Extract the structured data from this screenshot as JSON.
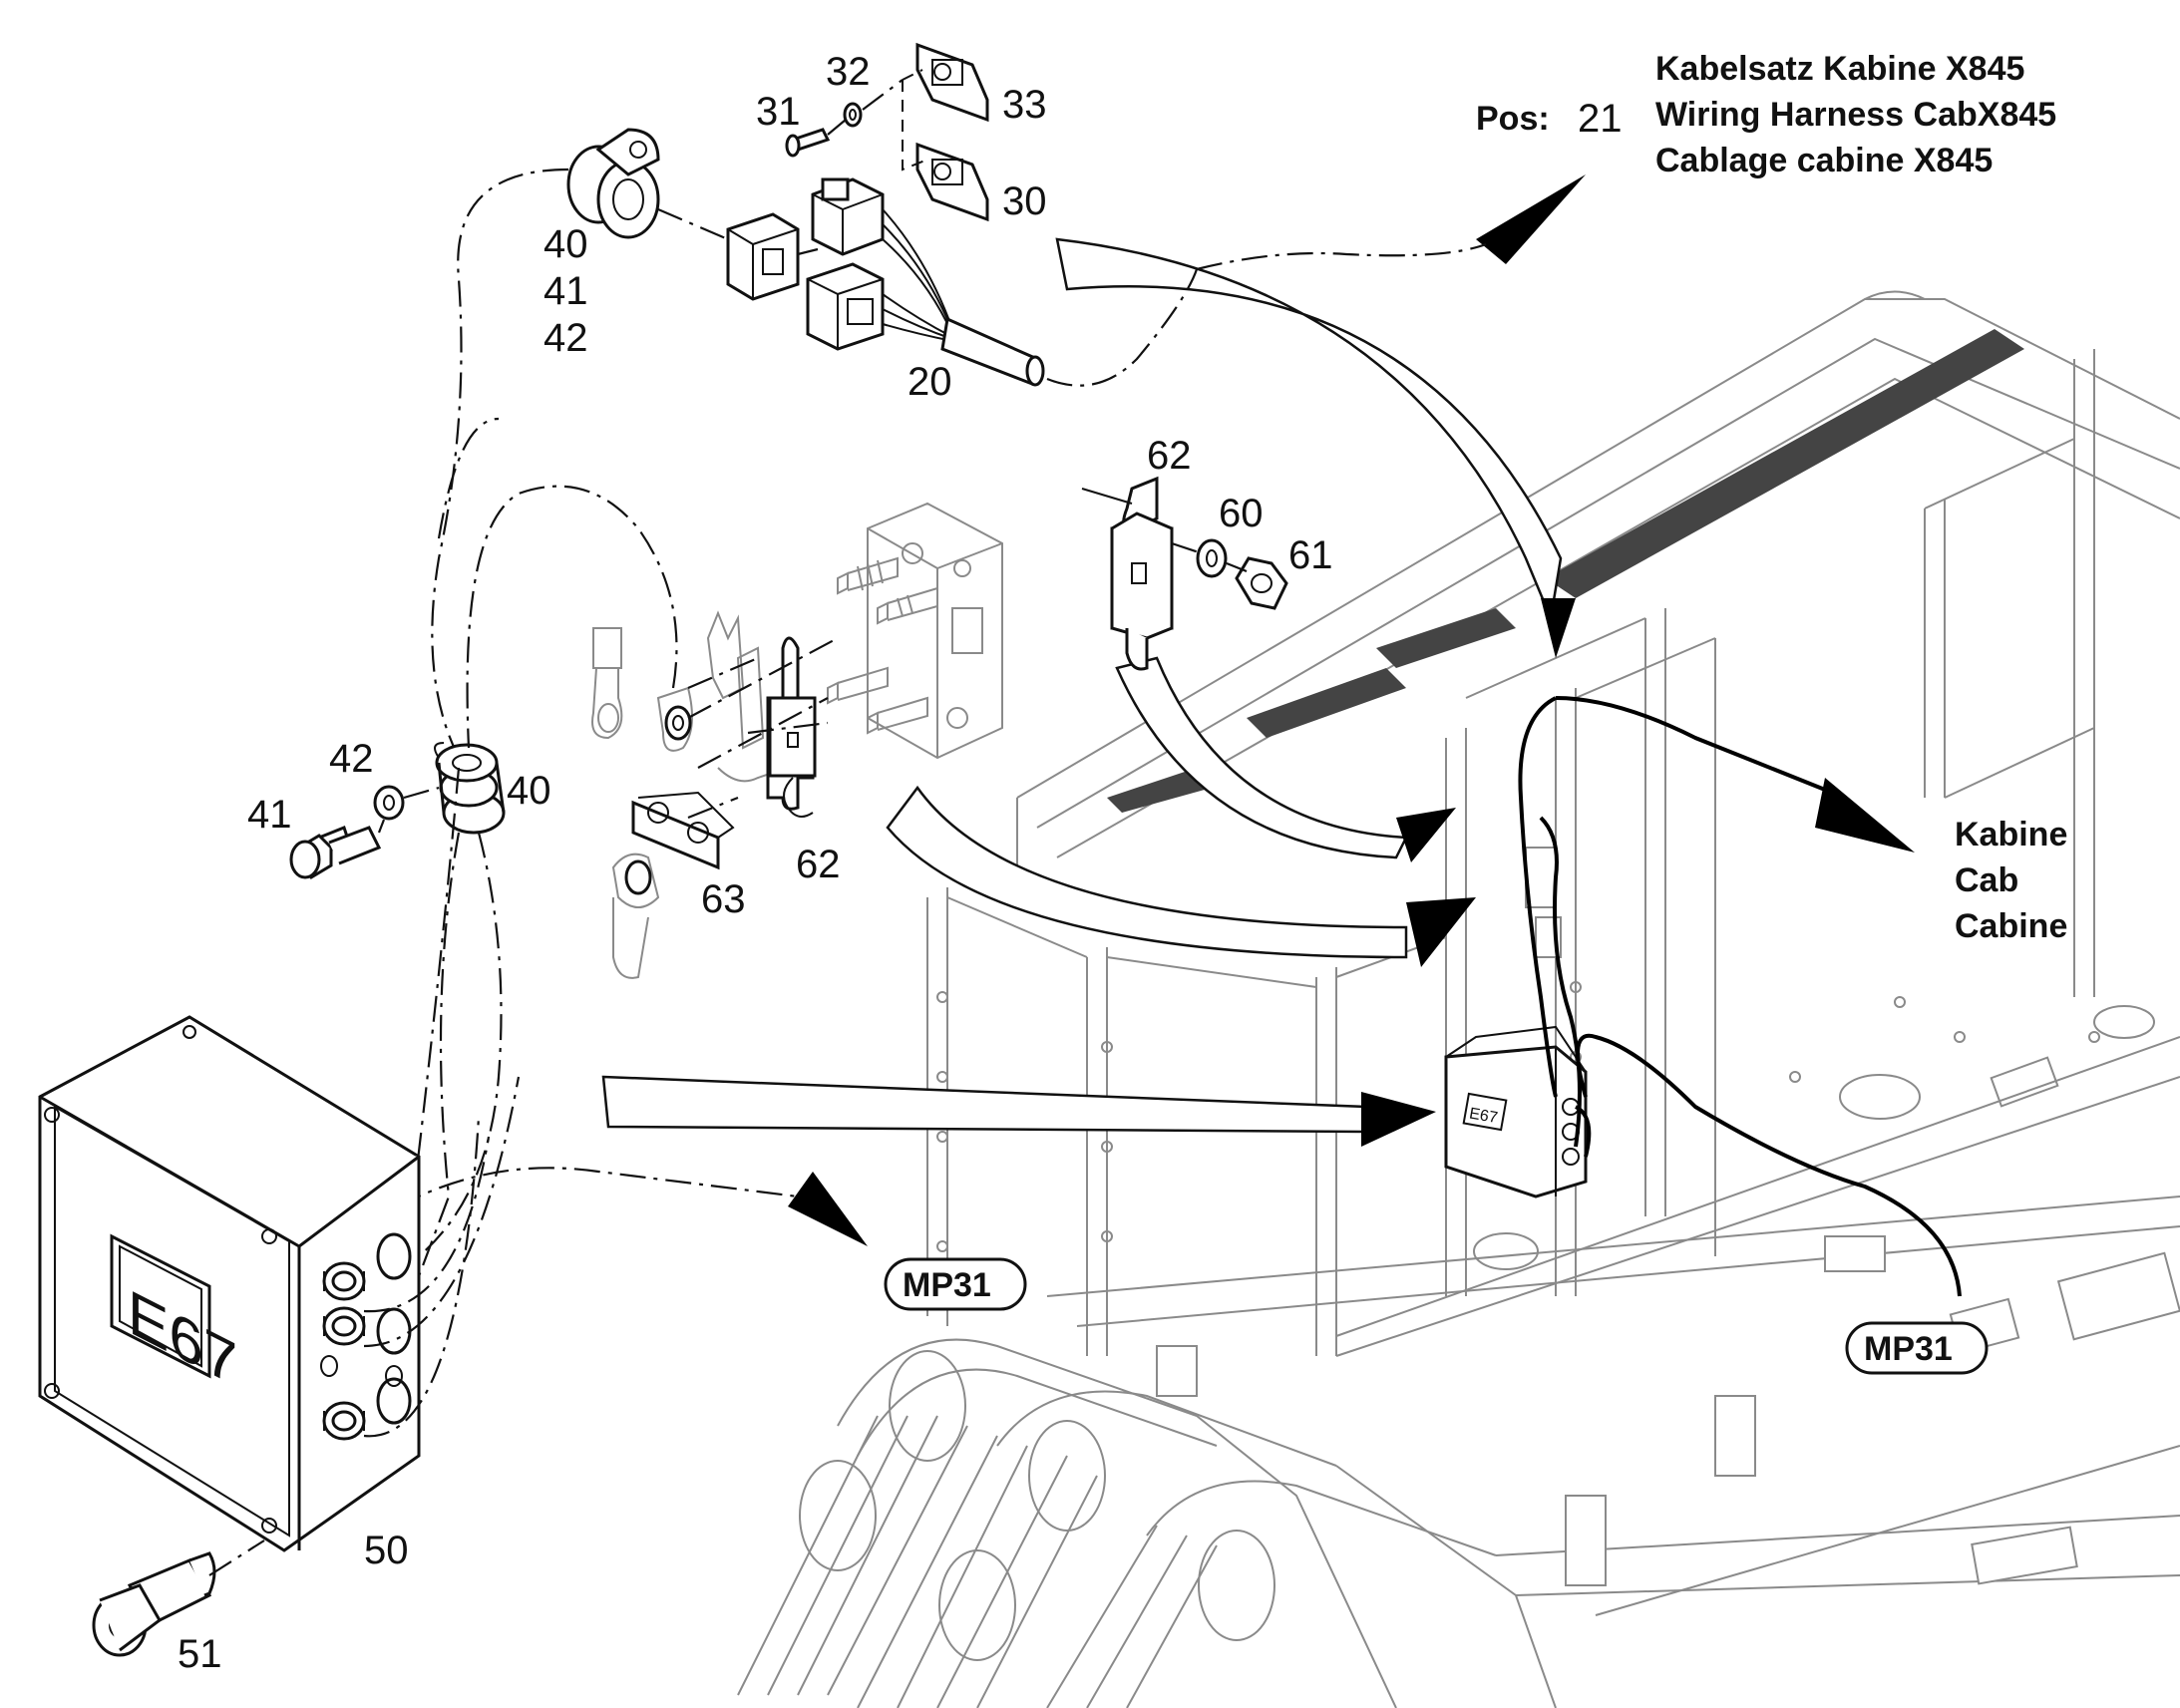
{
  "header": {
    "pos_label": "Pos:",
    "pos_number": "21",
    "lines": [
      "Kabelsatz Kabine X845",
      "Wiring Harness CabX845",
      "Cablage cabine X845"
    ]
  },
  "cab_label": [
    "Kabine",
    "Cab",
    "Cabine"
  ],
  "measuring_point": "MP31",
  "box_label": "E67",
  "part_numbers": {
    "p20": "20",
    "p30": "30",
    "p31": "31",
    "p32": "32",
    "p33": "33",
    "p40_top": "40",
    "p41_top": "41",
    "p42_top": "42",
    "p40": "40",
    "p41": "41",
    "p42": "42",
    "p50": "50",
    "p51": "51",
    "p60": "60",
    "p61": "61",
    "p62_top": "62",
    "p62": "62",
    "p63": "63"
  },
  "colors": {
    "line": "#111111",
    "frame": "#8a8a8a",
    "background": "#ffffff"
  }
}
